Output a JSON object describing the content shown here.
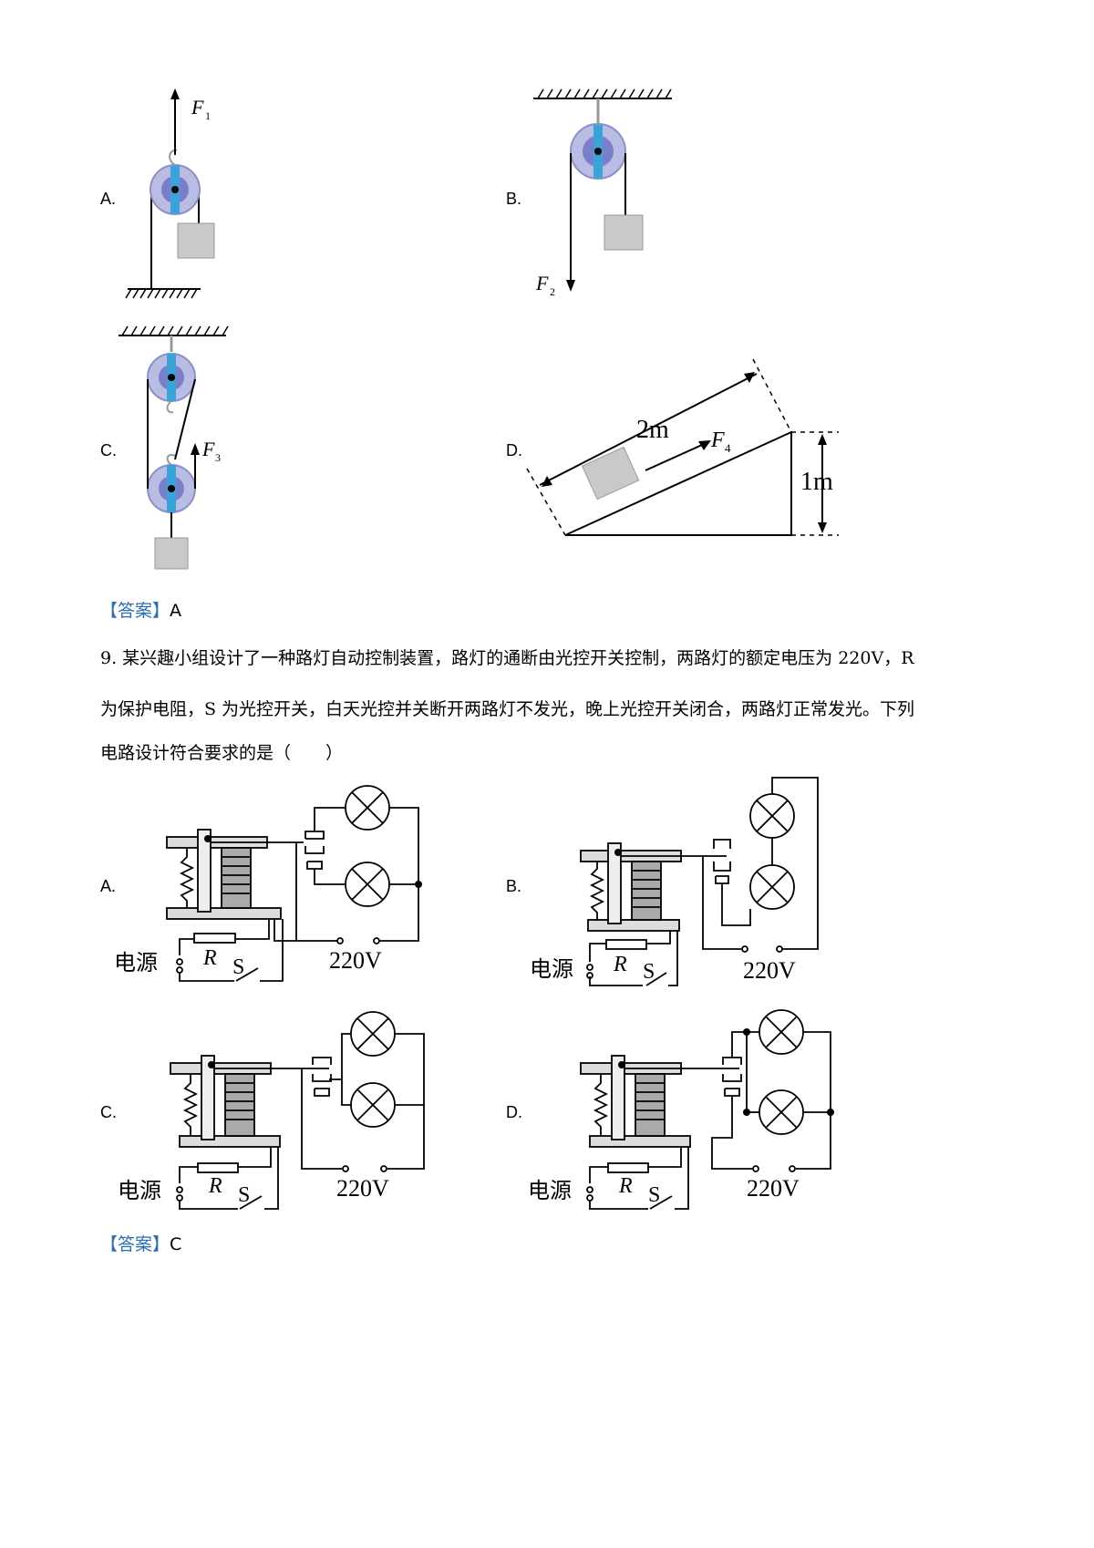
{
  "pulley_options": {
    "a": {
      "label": "A.",
      "force": "F",
      "sub": "1"
    },
    "b": {
      "label": "B.",
      "force": "F",
      "sub": "2"
    },
    "c": {
      "label": "C.",
      "force": "F",
      "sub": "3"
    },
    "d": {
      "label": "D.",
      "force": "F",
      "sub": "4",
      "length": "2m",
      "height": "1m"
    }
  },
  "answer8": {
    "tag": "【答案】",
    "value": "A"
  },
  "question9": {
    "line1": "9. 某兴趣小组设计了一种路灯自动控制装置，路灯的通断由光控开关控制，两路灯的额定电压为 220V，R",
    "line2": "为保护电阻，S 为光控开关，白天光控并关断开两路灯不发光，晚上光控开关闭合，两路灯正常发光。下列",
    "line3": "电路设计符合要求的是（　　）"
  },
  "circuit_options": {
    "a": {
      "label": "A."
    },
    "b": {
      "label": "B."
    },
    "c": {
      "label": "C."
    },
    "d": {
      "label": "D."
    },
    "power_label": "电源",
    "resistor_label": "R",
    "switch_label": "S",
    "voltage_label": "220V"
  },
  "answer9": {
    "tag": "【答案】",
    "value": "C"
  }
}
